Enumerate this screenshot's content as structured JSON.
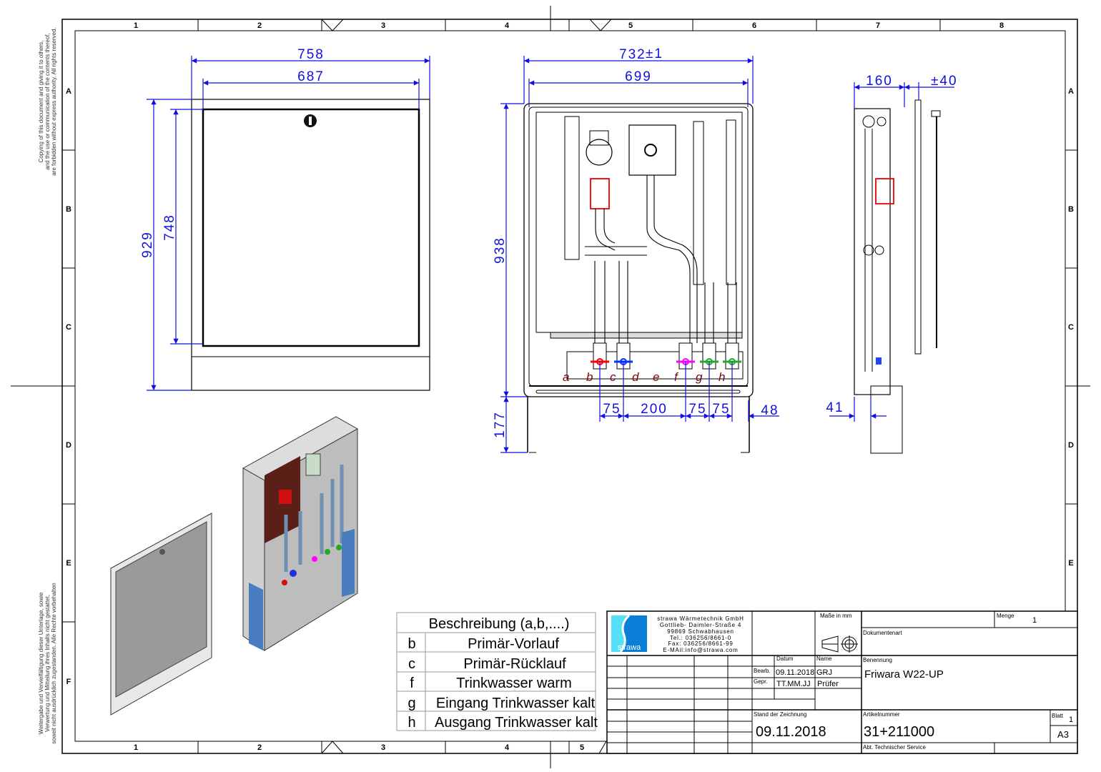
{
  "sheet": {
    "columns": [
      "1",
      "2",
      "3",
      "4",
      "5",
      "6",
      "7",
      "8"
    ],
    "rows": [
      "A",
      "B",
      "C",
      "D",
      "E",
      "F"
    ],
    "bottom_columns": [
      "1",
      "2",
      "3",
      "4",
      "5"
    ]
  },
  "copyright_en": [
    "Copying of this document and giving it to others,",
    "and the use or communication of the contents thereof,",
    "are forbidden without express authority. All rights reserved."
  ],
  "copyright_de": [
    "Weitergabe und Vervielfältigung dieser Unterlage, sowie",
    "Verwertung und Mitteilung ihres Inhalts nicht gestattet,",
    "soweit nicht ausdrücklich zugestanden. Alle Rechte vorbehalten"
  ],
  "door_view": {
    "width_outer": "758",
    "width_inner": "687",
    "height_outer": "929",
    "height_inner": "748"
  },
  "front_view": {
    "width_outer": "732",
    "width_tol": "±1",
    "width_inner": "699",
    "height": "938",
    "leg_height": "177",
    "spacings": [
      "75",
      "200",
      "75",
      "75",
      "48"
    ],
    "connections": [
      "a",
      "b",
      "c",
      "d",
      "e",
      "f",
      "g",
      "h"
    ]
  },
  "side_view": {
    "depth": "160",
    "depth_tol": "±40",
    "offset": "41"
  },
  "legend": {
    "header": "Beschreibung (a,b,....)",
    "rows": [
      {
        "key": "b",
        "text": "Primär-Vorlauf"
      },
      {
        "key": "c",
        "text": "Primär-Rücklauf"
      },
      {
        "key": "f",
        "text": "Trinkwasser warm"
      },
      {
        "key": "g",
        "text": "Eingang Trinkwasser kalt"
      },
      {
        "key": "h",
        "text": "Ausgang Trinkwasser kalt"
      }
    ]
  },
  "title_block": {
    "logo_text": "strawa",
    "company": [
      "strawa Wärmetechnik GmbH",
      "Gottlieb- Daimler-Straße 4",
      "99869 Schwabhausen",
      "Tel.: 036256/8661-0",
      "Fax: 036256/8661-99",
      "E-MAil:info@strawa.com"
    ],
    "units_label": "Maße in mm",
    "menge_label": "Menge",
    "menge_value": "1",
    "dokumentenart_label": "Dokumentenart",
    "datum_label": "Datum",
    "name_label": "Name",
    "bearb_label": "Bearb.",
    "bearb_date": "09.11.2018",
    "bearb_name": "GRJ",
    "gepr_label": "Gepr.",
    "gepr_date": "TT.MM.JJ",
    "gepr_name": "Prüfer",
    "benennung_label": "Benennung",
    "benennung_value": "Friwara W22-UP",
    "stand_label": "Stand der Zeichnung",
    "stand_value": "09.11.2018",
    "artikel_label": "Artikelnummer",
    "artikel_value": "31+211000",
    "blatt_label": "Blatt",
    "blatt_value": "1",
    "format": "A3",
    "department": "Abt. Technischer Service"
  },
  "colors": {
    "dimension": "#1010e0",
    "flow": "#ff0000",
    "return": "#0033ff",
    "warm": "#ff00ff",
    "cold": "#22aa22",
    "label": "#7a0a0a"
  }
}
